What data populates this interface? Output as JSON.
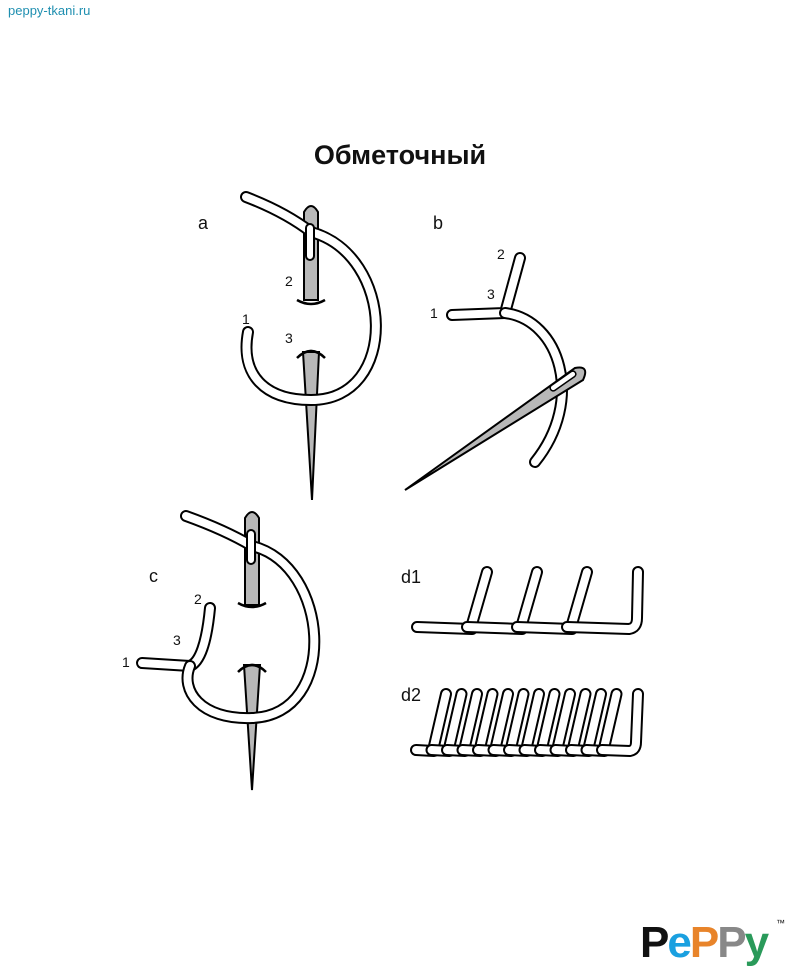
{
  "watermark": "peppy-tkani.ru",
  "title": "Обметочный",
  "panels": {
    "a": "a",
    "b": "b",
    "c": "c",
    "d1": "d1",
    "d2": "d2"
  },
  "points": {
    "p1": "1",
    "p2": "2",
    "p3": "3"
  },
  "logo": {
    "text": "PePPy",
    "tm": "™"
  },
  "colors": {
    "needle": "#b8b8b8",
    "thread_fill": "#ffffff",
    "outline": "#000000",
    "watermark": "#1f8fb0"
  }
}
